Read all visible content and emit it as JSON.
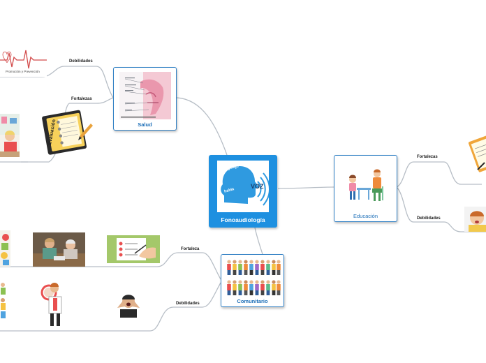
{
  "central": {
    "title": "Fonoaudiología",
    "image_text": {
      "lenguaje": "lenguaje",
      "habla": "habla",
      "voz": "VOZ"
    }
  },
  "nodes": {
    "salud": {
      "label": "Salud"
    },
    "educacion": {
      "label": "Educación"
    },
    "comunitario": {
      "label": "Comunitario"
    }
  },
  "branches": {
    "salud_debilidades": "Debilidades",
    "salud_fortalezas": "Fortalezas",
    "educacion_fortalezas": "Fortalezas",
    "educacion_debilidades": "Debilidades",
    "comunitario_fortaleza": "Fortaleza",
    "comunitario_debilidades": "Debilidades"
  },
  "image_texts": {
    "evaluacion": "Evaluación",
    "promocion": "Promoción y Prevención"
  },
  "colors": {
    "accent": "#2f7fc4",
    "central_bg": "#1e90e0",
    "connector": "#b7bec6"
  }
}
